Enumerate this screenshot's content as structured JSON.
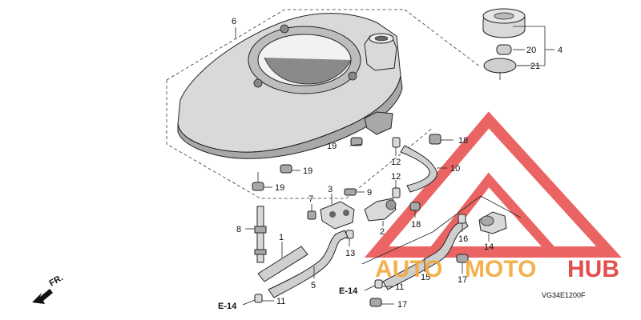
{
  "diagram": {
    "part_numbers": {
      "p1": "1",
      "p2": "2",
      "p3": "3",
      "p4": "4",
      "p5": "5",
      "p6": "6",
      "p7": "7",
      "p8": "8",
      "p9": "9",
      "p10": "10",
      "p11a": "11",
      "p11b": "11",
      "p12a": "12",
      "p12b": "12",
      "p13": "13",
      "p14": "14",
      "p15": "15",
      "p16": "16",
      "p17a": "17",
      "p17b": "17",
      "p18a": "18",
      "p18b": "18",
      "p19a": "19",
      "p19b": "19",
      "p19c": "19",
      "p20": "20",
      "p21": "21"
    },
    "refs": {
      "e14_left": "E-14",
      "e14_right": "E-14"
    },
    "direction": "FR.",
    "diagram_code": "VG34E1200F"
  },
  "watermark": {
    "brand_a": "AUTO",
    "brand_b": "MOTO",
    "brand_c": "HUB",
    "color_red": "#e23b3b",
    "color_orange": "#f2a93b"
  }
}
